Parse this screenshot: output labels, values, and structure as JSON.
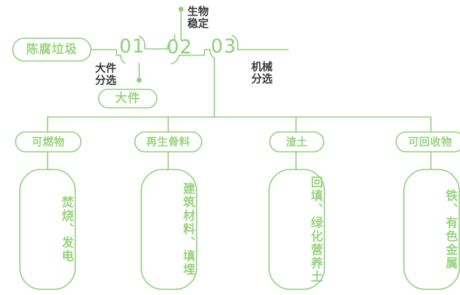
{
  "theme": {
    "line_color": "#8ecf79",
    "line_color_soft": "#a9dc93",
    "text_green": "#9ad47f",
    "text_dark": "#3b3b3b",
    "background": "#ffffff"
  },
  "flow": {
    "start_node": {
      "label": "陈腐垃圾"
    },
    "steps": [
      {
        "number": "01",
        "process_label": "大件\n分选",
        "output_node": "大件"
      },
      {
        "number": "02",
        "process_label": "生物\n稳定"
      },
      {
        "number": "03",
        "process_label": "机械\n分选"
      }
    ],
    "branches": [
      {
        "title": "可燃物",
        "detail": "焚烧、发电"
      },
      {
        "title": "再生骨料",
        "detail": "建筑材料、填埋"
      },
      {
        "title": "渣土",
        "detail": "回填、绿化营养土"
      },
      {
        "title": "可回收物",
        "detail": "铁、有色金属"
      }
    ]
  }
}
